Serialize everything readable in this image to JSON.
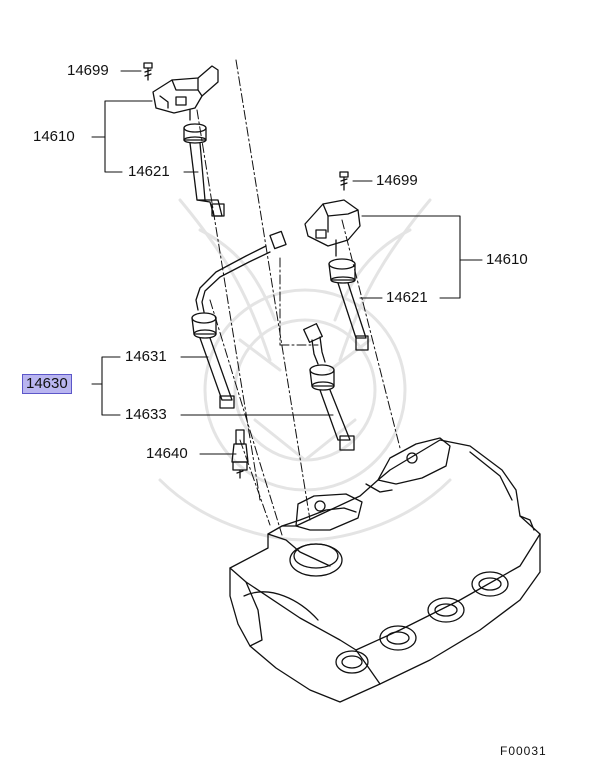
{
  "diagram_id": "F00031",
  "highlight_color": "#b9b5f0",
  "callouts": {
    "bolt_upper": "14699",
    "coil_upper": "14610",
    "boot_upper": "14621",
    "bolt_right": "14699",
    "coil_right": "14610",
    "boot_right": "14621",
    "wire_set": "14630",
    "wire_long": "14631",
    "wire_short": "14633",
    "spark_plug": "14640"
  }
}
